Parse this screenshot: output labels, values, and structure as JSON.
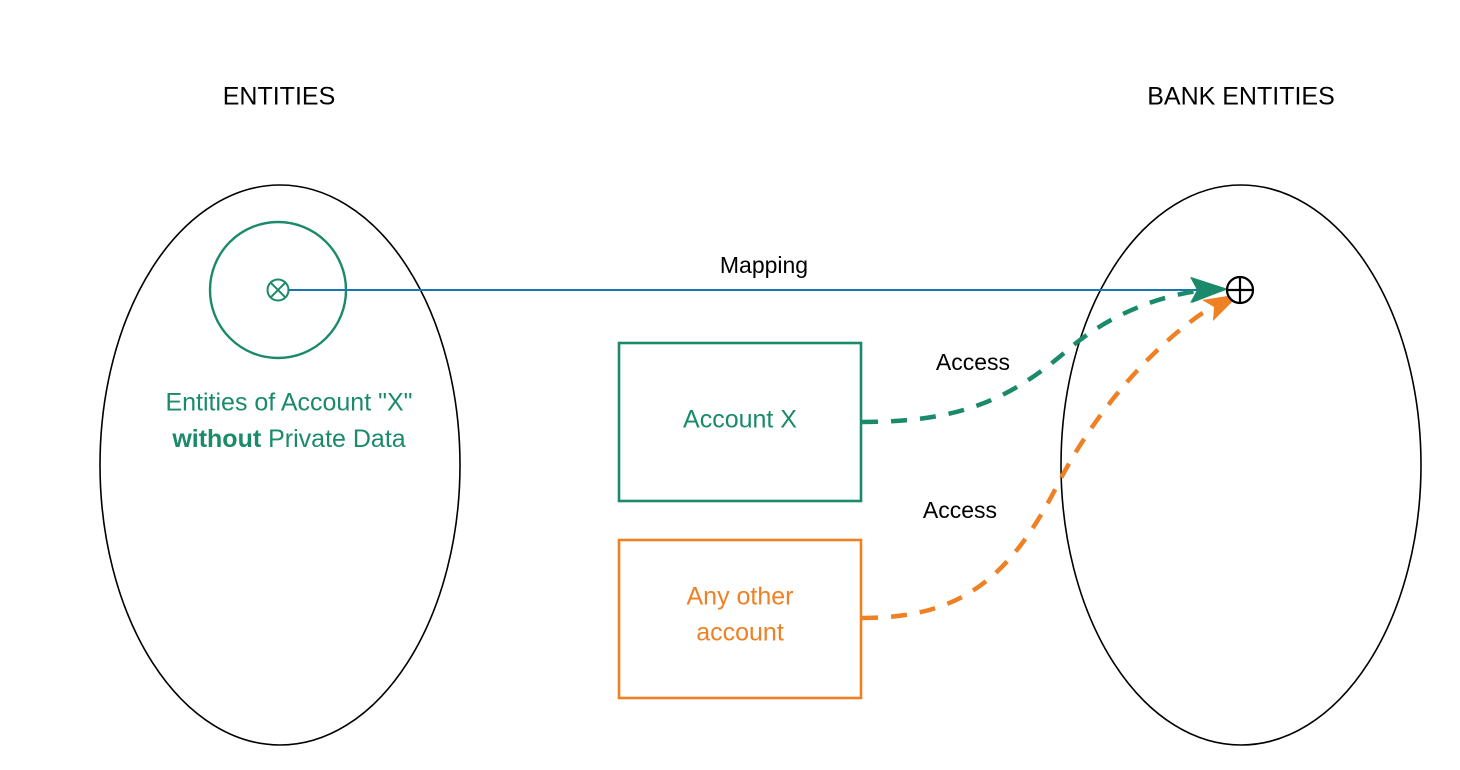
{
  "diagram": {
    "title_left": "ENTITIES",
    "title_right": "BANK ENTITIES",
    "background_color": "#ffffff",
    "colors": {
      "teal": "#1a8a6b",
      "orange": "#ef8023",
      "blue": "#1b75b1",
      "black": "#000000"
    }
  },
  "left_group": {
    "header": "ENTITIES",
    "caption_line1": "Entities of Account \"X\"",
    "caption_line2_bold": "without",
    "caption_line2_rest": " Private Data",
    "node_glyph": "circle-cross-icon"
  },
  "right_group": {
    "header": "BANK ENTITIES",
    "node_glyph": "circle-plus-icon"
  },
  "boxes": [
    {
      "id": "account-x",
      "label": "Account X",
      "color": "#1a8a6b"
    },
    {
      "id": "any-other-account",
      "label_line1": "Any other",
      "label_line2": "account",
      "color": "#ef8023"
    }
  ],
  "edges": [
    {
      "id": "mapping",
      "label": "Mapping",
      "style": "solid",
      "color": "#1b75b1",
      "arrow_color": "#1a8a6b",
      "from": "entities-node",
      "to": "bank-entities-node"
    },
    {
      "id": "access-teal",
      "label": "Access",
      "style": "dashed",
      "color": "#1a8a6b",
      "from": "account-x",
      "to": "bank-entities-node"
    },
    {
      "id": "access-orange",
      "label": "Access",
      "style": "dashed",
      "color": "#ef8023",
      "from": "any-other-account",
      "to": "bank-entities-node"
    }
  ]
}
